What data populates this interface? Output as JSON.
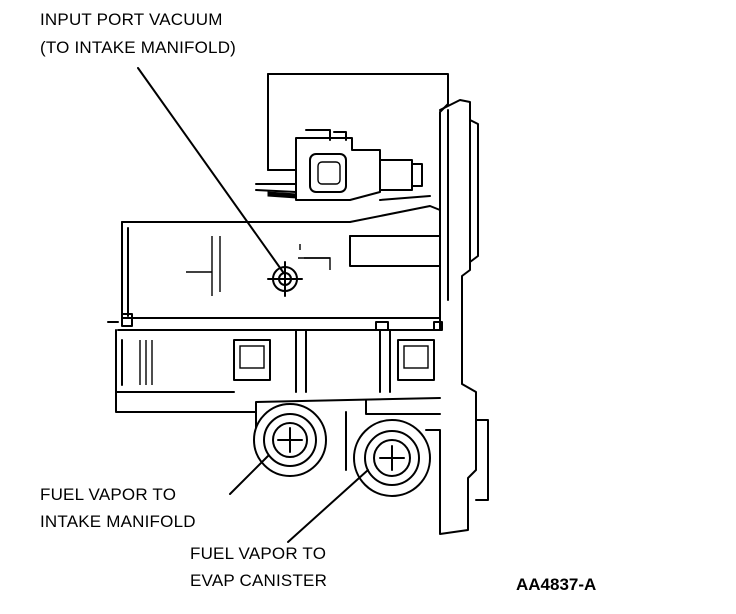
{
  "callouts": {
    "input_port_line1": "INPUT PORT VACUUM",
    "input_port_line2": "(TO INTAKE MANIFOLD)",
    "fuel_intake_line1": "FUEL VAPOR TO",
    "fuel_intake_line2": "INTAKE MANIFOLD",
    "fuel_evap_line1": "FUEL VAPOR TO",
    "fuel_evap_line2": "EVAP CANISTER"
  },
  "reference_code": "AA4837-A",
  "components": {
    "solenoid_body": "evap-purge-solenoid-body",
    "electrical_connector": "electrical-connector",
    "input_port": "vacuum-input-port",
    "port_intake": "fuel-vapor-port-intake",
    "port_evap": "fuel-vapor-port-evap"
  }
}
